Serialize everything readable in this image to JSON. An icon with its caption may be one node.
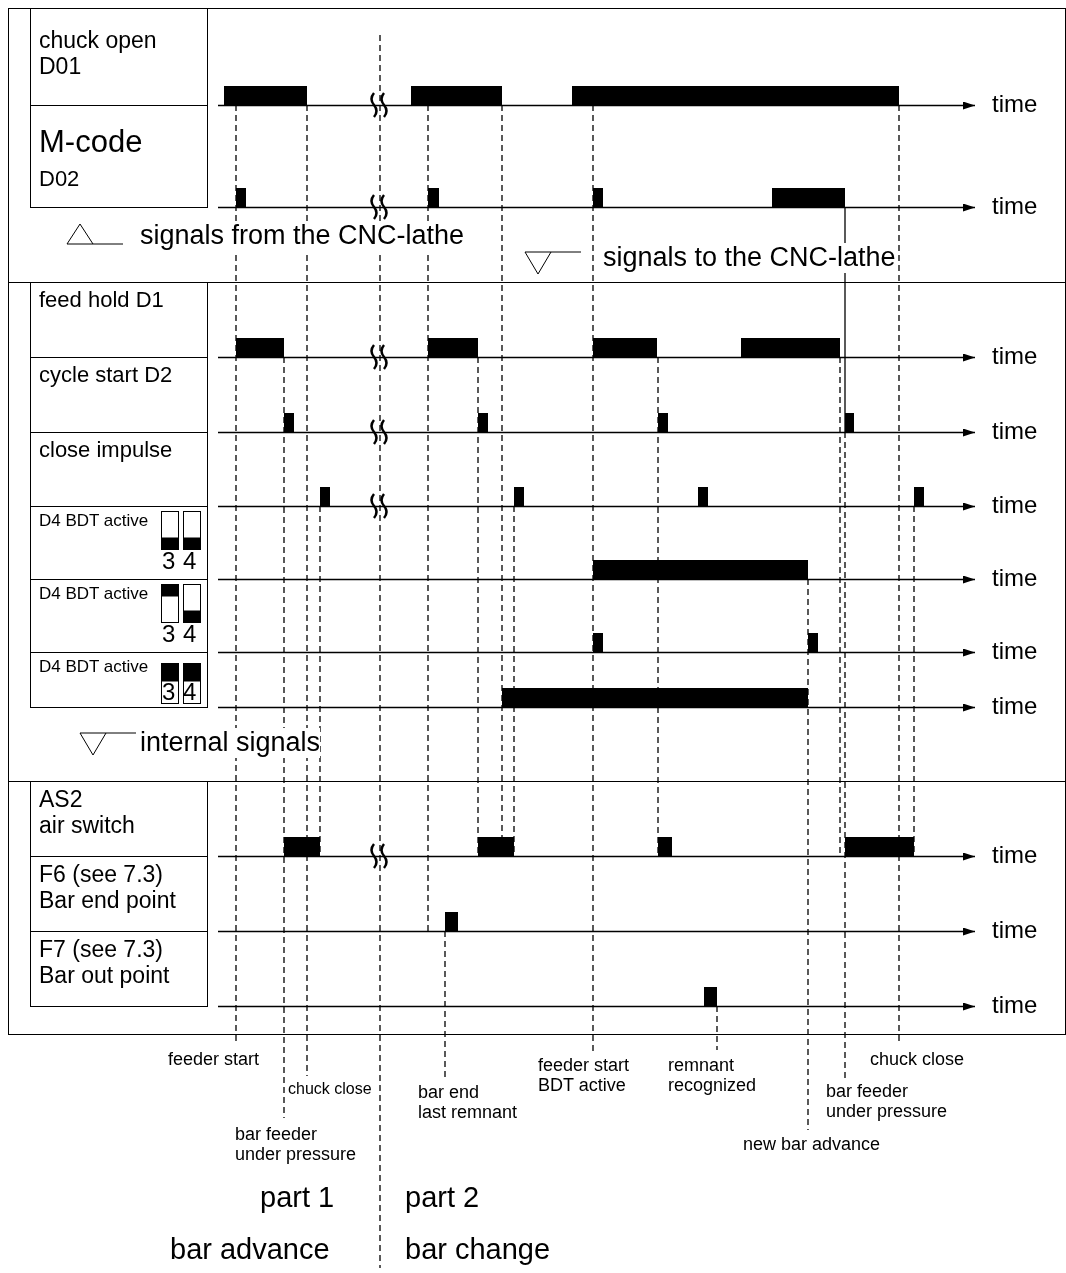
{
  "diagram": {
    "nodes": [
      {
        "text": [
          "chuck open",
          "D01"
        ]
      },
      {
        "text": [
          "M-code",
          "D02"
        ]
      },
      {
        "text": [
          "feed hold D1"
        ]
      },
      {
        "text": [
          "cycle start D2"
        ]
      },
      {
        "text": [
          "close impulse"
        ]
      },
      {
        "text": [
          "D4 BDT active"
        ]
      },
      {
        "text": [
          "D4 BDT active"
        ]
      },
      {
        "text": [
          "D4 BDT active"
        ]
      },
      {
        "text": [
          "AS2",
          "air switch"
        ]
      },
      {
        "text": [
          "F6 (see 7.3)",
          "Bar end point"
        ]
      },
      {
        "text": [
          "F7 (see 7.3)",
          "Bar out point"
        ]
      }
    ],
    "labels": [
      "time",
      "time",
      "signals from the CNC-lathe",
      "signals to the CNC-lathe",
      "time",
      "time",
      "time",
      "3",
      "4",
      "time",
      "3",
      "4",
      "time",
      "3",
      "4",
      "time",
      "internal signals",
      "time",
      "time",
      "time",
      "feeder start",
      "feeder start BDT active",
      "remnant recognized",
      "chuck close",
      "chuck close",
      "bar end last remnant",
      "bar feeder under pressure",
      "bar feeder under pressure",
      "new bar advance",
      "part 1",
      "part 2",
      "bar advance",
      "bar change"
    ]
  }
}
